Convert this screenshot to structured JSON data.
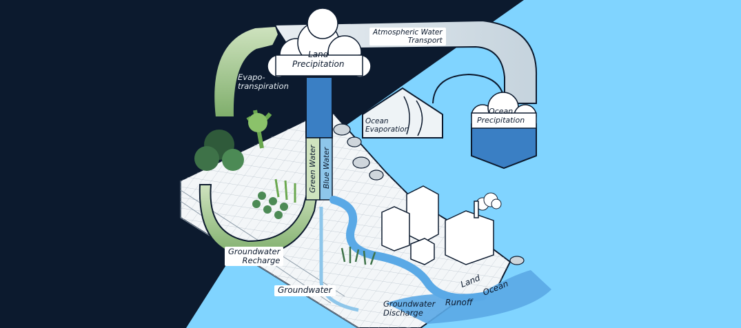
{
  "labels": {
    "atmospheric_transport": "Atmospheric Water\nTransport",
    "land_precipitation": "Land\nPrecipitation",
    "evapotranspiration": "Evapo-\ntranspiration",
    "ocean_evaporation": "Ocean\nEvaporation",
    "ocean_precipitation": "Ocean\nPrecipitation",
    "green_water": "Green Water",
    "blue_water": "Blue Water",
    "groundwater_recharge": "Groundwater\nRecharge",
    "groundwater": "Groundwater",
    "groundwater_discharge": "Groundwater\nDischarge",
    "runoff": "Runoff",
    "land": "Land",
    "ocean": "Ocean"
  },
  "colors": {
    "night_background": "#0c1a2e",
    "sky_ocean": "#80d4ff",
    "green_flow": "#9ec48a",
    "blue_column": "#3a7fc4",
    "land_plate": "#f3f6f8",
    "water": "#5aa9e6"
  },
  "icons": [
    "cloud-icon",
    "tree-icon",
    "crops-icon",
    "rocks-icon",
    "city-buildings-icon",
    "factory-smoke-icon",
    "reeds-icon"
  ]
}
